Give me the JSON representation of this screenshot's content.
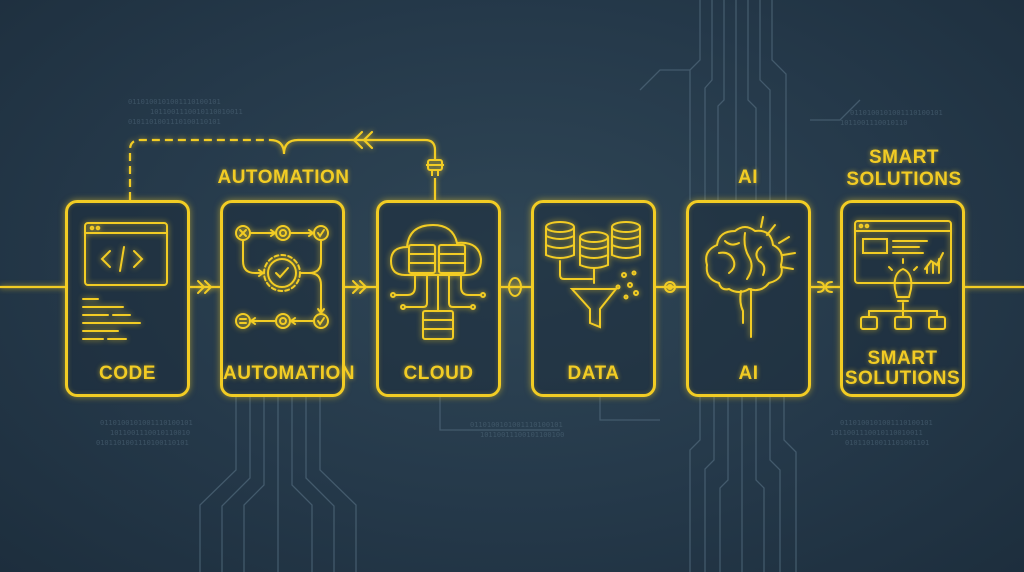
{
  "accent_color": "#f2cc24",
  "background_color": "#25394a",
  "stages": [
    {
      "id": "code",
      "label": "CODE",
      "icon": "code-window-icon"
    },
    {
      "id": "automation",
      "label": "AUTOMATION",
      "top_label": "AUTOMATION",
      "icon": "gears-workflow-icon"
    },
    {
      "id": "cloud",
      "label": "CLOUD",
      "icon": "cloud-servers-icon"
    },
    {
      "id": "data",
      "label": "DATA",
      "icon": "database-funnel-icon"
    },
    {
      "id": "ai",
      "label": "AI",
      "top_label": "AI",
      "icon": "brain-icon"
    },
    {
      "id": "smart-solutions",
      "label_line1": "SMART",
      "label_line2": "SOLUTIONS",
      "top_label_line1": "SMART",
      "top_label_line2": "SOLUTIONS",
      "icon": "dashboard-lightbulb-icon"
    }
  ],
  "connectors": [
    "chevron-arrows",
    "chevron-arrows",
    "chevron-arrows",
    "ring-node",
    "gear-node",
    "chain-link-node"
  ],
  "feedback_loop": {
    "icon": "double-chevron-left-icon",
    "plug": "plug-icon"
  }
}
